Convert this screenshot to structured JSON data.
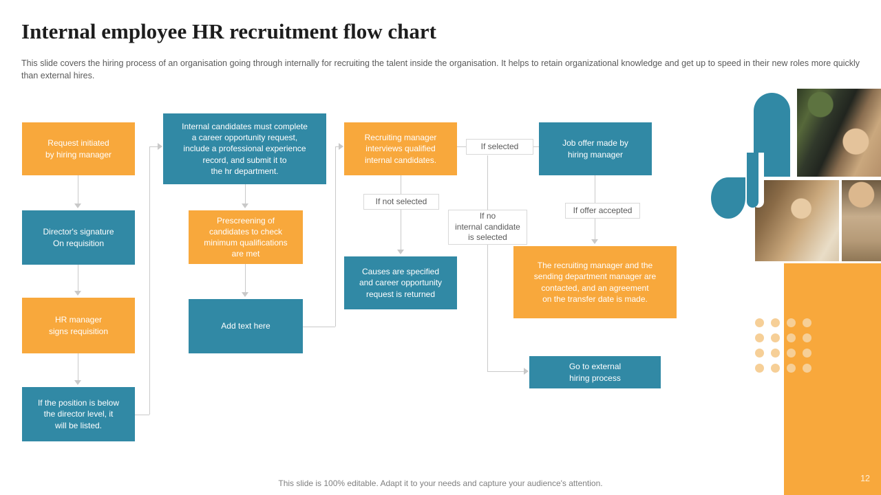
{
  "slide": {
    "title": "Internal employee HR recruitment flow chart",
    "subtitle": "This slide covers the hiring process of an organisation  going through internally for recruiting the talent inside the organisation.  It helps to retain organizational knowledge and get up to speed in their new roles more quickly than external hires.",
    "footer": "This slide is 100% editable. Adapt it to your needs and capture your audience's attention.",
    "page_number": "12"
  },
  "colors": {
    "orange": "#F8A83C",
    "teal": "#3189A5",
    "dot": "#F6CF97",
    "connector": "#C9C9C9",
    "label_border": "#D8D8D8",
    "label_text": "#595959",
    "title_text": "#1D1D1D",
    "body_text": "#595959",
    "footer_text": "#7F7F7F"
  },
  "flowchart": {
    "boxes": [
      {
        "name": "request-initiated",
        "color": "orange",
        "text": "Request initiated\nby hiring manager"
      },
      {
        "name": "directors-signature",
        "color": "teal",
        "text": "Director's signature\nOn requisition"
      },
      {
        "name": "hr-manager-signs",
        "color": "orange",
        "text": "HR manager\nsigns requisition"
      },
      {
        "name": "position-listed",
        "color": "teal",
        "text": "If the position is below\nthe director level, it\nwill be listed."
      },
      {
        "name": "internal-candidates-request",
        "color": "teal",
        "text": "Internal candidates must complete\na career opportunity request,\ninclude a professional experience\nrecord, and submit it to\nthe hr department."
      },
      {
        "name": "prescreening",
        "color": "orange",
        "text": "Prescreening of\ncandidates to check\nminimum qualifications\nare met"
      },
      {
        "name": "add-text-here",
        "color": "teal",
        "text": "Add text here"
      },
      {
        "name": "recruiting-manager-interviews",
        "color": "orange",
        "text": "Recruiting manager\ninterviews qualified\ninternal candidates."
      },
      {
        "name": "causes-specified",
        "color": "teal",
        "text": "Causes are specified\nand career opportunity\nrequest is returned"
      },
      {
        "name": "job-offer",
        "color": "teal",
        "text": "Job offer made by\nhiring manager"
      },
      {
        "name": "transfer-agreement",
        "color": "orange",
        "text": "The recruiting manager and the\nsending department manager are\ncontacted, and an agreement\non the transfer date is made."
      },
      {
        "name": "external-hiring",
        "color": "teal",
        "text": "Go to external\nhiring process"
      }
    ],
    "condition_labels": [
      {
        "name": "if-selected",
        "text": "If selected"
      },
      {
        "name": "if-not-selected",
        "text": "If not selected"
      },
      {
        "name": "if-no-internal",
        "text": "If no\ninternal candidate\nis selected"
      },
      {
        "name": "if-offer-accepted",
        "text": "If offer accepted"
      }
    ],
    "connections": [
      {
        "from": "request-initiated",
        "to": "directors-signature"
      },
      {
        "from": "directors-signature",
        "to": "hr-manager-signs"
      },
      {
        "from": "hr-manager-signs",
        "to": "position-listed"
      },
      {
        "from": "position-listed",
        "to": "internal-candidates-request"
      },
      {
        "from": "internal-candidates-request",
        "to": "prescreening"
      },
      {
        "from": "prescreening",
        "to": "add-text-here"
      },
      {
        "from": "add-text-here",
        "to": "recruiting-manager-interviews"
      },
      {
        "from": "recruiting-manager-interviews",
        "to": "causes-specified",
        "label": "If not selected"
      },
      {
        "from": "recruiting-manager-interviews",
        "to": "job-offer",
        "label": "If selected"
      },
      {
        "from": "if-selected",
        "to": "external-hiring",
        "label": "If no internal candidate is selected"
      },
      {
        "from": "job-offer",
        "to": "transfer-agreement",
        "label": "If offer accepted"
      }
    ]
  }
}
